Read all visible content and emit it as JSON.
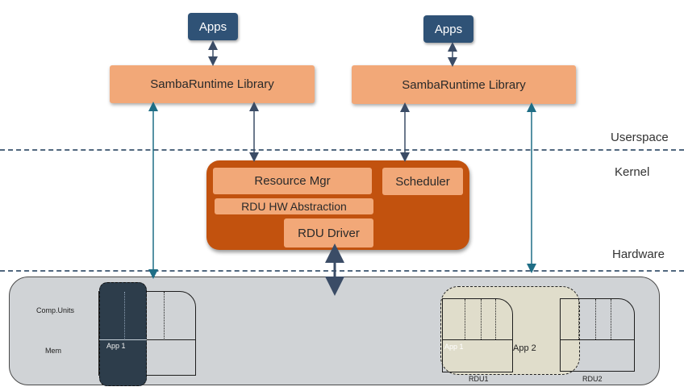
{
  "apps": [
    "Apps",
    "Apps"
  ],
  "libraries": [
    "SambaRuntime Library",
    "SambaRuntime Library"
  ],
  "layers": {
    "userspace": "Userspace",
    "kernel": "Kernel",
    "hardware": "Hardware"
  },
  "kernel": {
    "resource_mgr": "Resource Mgr",
    "scheduler": "Scheduler",
    "hw_abstraction": "RDU HW Abstraction",
    "driver": "RDU Driver"
  },
  "hardware": {
    "comp_units": "Comp.Units",
    "mem": "Mem",
    "app1_left": "App 1",
    "app1_right": "App 1",
    "app2": "App 2",
    "rdu1": "RDU1",
    "rdu2": "RDU2"
  },
  "colors": {
    "apps": "#2f5276",
    "library": "#f2a878",
    "kernel": "#c2520e",
    "hw_panel": "#d0d3d6",
    "app1_overlay": "#2d3d4b",
    "app2_overlay": "#e0ddcb",
    "arrow_dark": "#3b4c66",
    "arrow_teal": "#1f6e86"
  }
}
